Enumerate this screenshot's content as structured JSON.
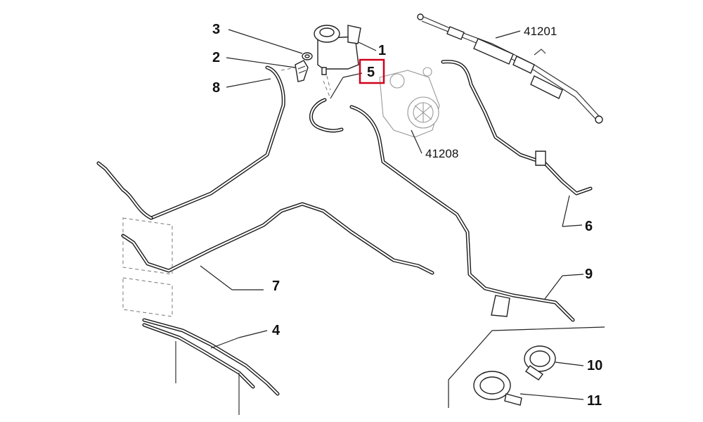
{
  "diagram": {
    "callouts": [
      {
        "id": "c1",
        "text": "1"
      },
      {
        "id": "c2",
        "text": "2"
      },
      {
        "id": "c3",
        "text": "3"
      },
      {
        "id": "c4",
        "text": "4"
      },
      {
        "id": "c5",
        "text": "5"
      },
      {
        "id": "c6",
        "text": "6"
      },
      {
        "id": "c7",
        "text": "7"
      },
      {
        "id": "c8",
        "text": "8"
      },
      {
        "id": "c9",
        "text": "9"
      },
      {
        "id": "c10",
        "text": "10"
      },
      {
        "id": "c11",
        "text": "11"
      },
      {
        "id": "c41201",
        "text": "41201"
      },
      {
        "id": "c41208",
        "text": "41208"
      }
    ],
    "highlight_color": "#d0021b"
  }
}
